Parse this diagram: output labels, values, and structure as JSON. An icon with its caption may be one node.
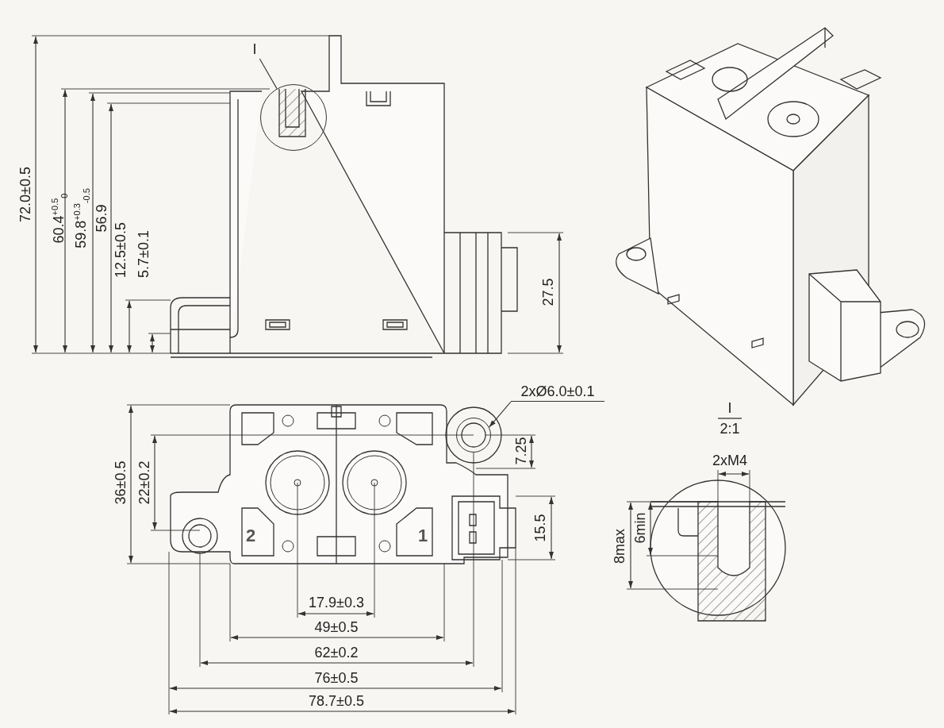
{
  "diagram": {
    "nodes": [
      {
        "text": [
          "I"
        ]
      },
      {
        "text": [],
        "shape": "circle"
      },
      {
        "text": [
          "2xØ6.0±0.1"
        ]
      },
      {
        "text": [],
        "shape": "circle"
      }
    ],
    "edges": [
      {
        "from": 0,
        "to": 1,
        "arrow": "none"
      },
      {
        "from": 2,
        "to": 3,
        "arrow": "to"
      }
    ],
    "labels": [
      "72.0±0.5",
      "60.4$^{+0.5}$$_{0}$",
      "59.8$^{+0.3}$$_{-0.5}$",
      "56.9",
      "12.5±0.5",
      "5.7±0.1",
      "27.5",
      "36±0.5",
      "22±0.2",
      "7.25",
      "I",
      "2:1",
      "2xM4",
      "15.5",
      "2",
      "1",
      "8max",
      "6min",
      "17.9±0.3",
      "49±0.5",
      "62±0.2",
      "76±0.5",
      "78.7±0.5"
    ]
  }
}
